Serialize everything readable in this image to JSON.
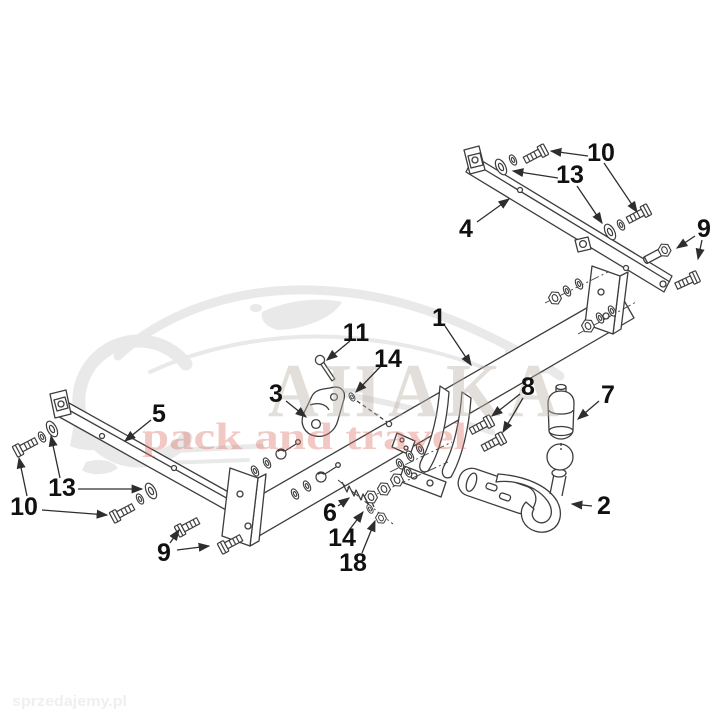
{
  "image": {
    "kind": "exploded parts diagram",
    "subject": "towbar trailer-hitch assembly",
    "background": "#ffffff",
    "line_color": "#3d3d3d",
    "label_color": "#111111"
  },
  "watermark": {
    "brand_text": "AHAKA",
    "tagline": "pack and travel",
    "corner_text": "sprzedajemy.pl",
    "brand_color": "#cfc8c2",
    "tagline_color": "#e2968c",
    "car_silhouette_color": "#e9e9e9"
  },
  "diagram": {
    "labels": [
      {
        "text": "10"
      },
      {
        "text": "13"
      },
      {
        "text": "4"
      },
      {
        "text": "9"
      },
      {
        "text": "1"
      },
      {
        "text": "11"
      },
      {
        "text": "14"
      },
      {
        "text": "3"
      },
      {
        "text": "8"
      },
      {
        "text": "7"
      },
      {
        "text": "5"
      },
      {
        "text": "13"
      },
      {
        "text": "10"
      },
      {
        "text": "6"
      },
      {
        "text": "14"
      },
      {
        "text": "9"
      },
      {
        "text": "18"
      },
      {
        "text": "2"
      }
    ]
  }
}
